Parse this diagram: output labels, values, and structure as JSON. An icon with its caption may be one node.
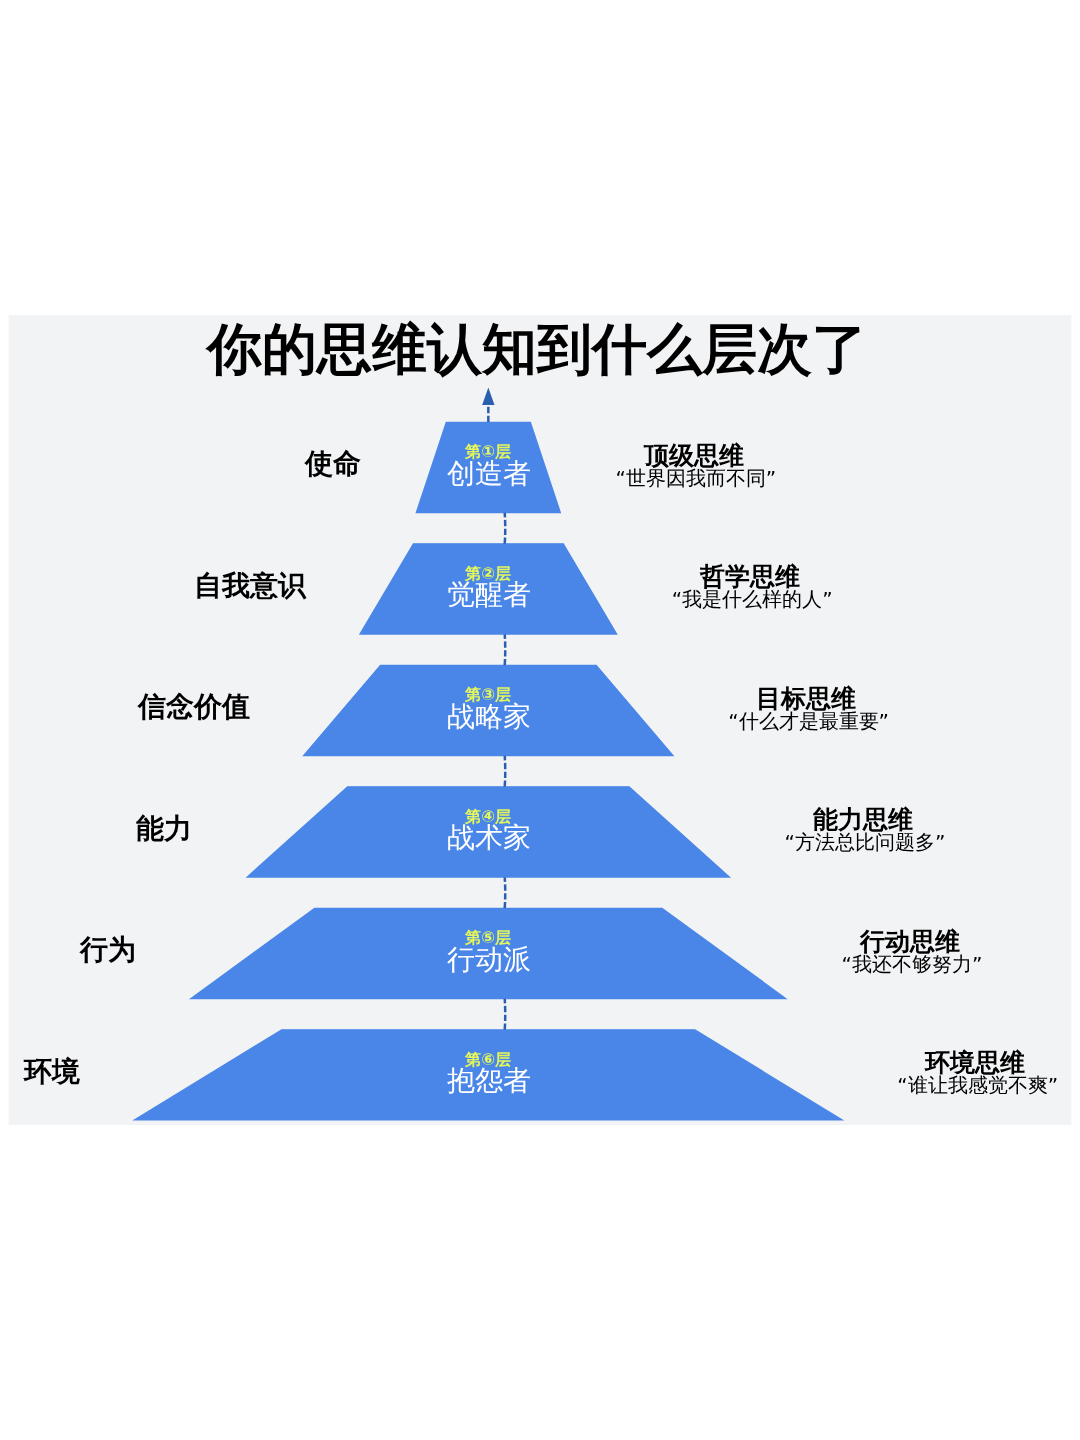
{
  "diagram": {
    "title": "你的思维认知到什么层次了",
    "nodes": [
      {
        "text": [
          "第①层",
          "创造者"
        ],
        "beside": [
          "使命",
          "顶级思维",
          "“世界因我而不同”"
        ]
      },
      {
        "text": [
          "第②层",
          "觉醒者"
        ],
        "beside": [
          "自我意识",
          "哲学思维",
          "“我是什么样的人”"
        ]
      },
      {
        "text": [
          "第③层",
          "战略家"
        ],
        "beside": [
          "信念价值",
          "目标思维",
          "“什么才是最重要”"
        ]
      },
      {
        "text": [
          "第④层",
          "战术家"
        ],
        "beside": [
          "能力",
          "能力思维",
          "“方法总比问题多”"
        ]
      },
      {
        "text": [
          "第⑤层",
          "行动派"
        ],
        "beside": [
          "行为",
          "行动思维",
          "“我还不够努力”"
        ]
      },
      {
        "text": [
          "第⑥层",
          "抱怨者"
        ],
        "beside": [
          "环境",
          "环境思维",
          "“谁让我感觉不爽”"
        ]
      }
    ],
    "edges": [
      {
        "from": 5,
        "to": 4,
        "arrow": "none",
        "style": "dashed"
      },
      {
        "from": 4,
        "to": 3,
        "arrow": "none",
        "style": "dashed"
      },
      {
        "from": 3,
        "to": 2,
        "arrow": "none",
        "style": "dashed"
      },
      {
        "from": 2,
        "to": 1,
        "arrow": "none",
        "style": "dashed"
      },
      {
        "from": 1,
        "to": 0,
        "arrow": "none",
        "style": "dashed"
      },
      {
        "from": 0,
        "to": null,
        "arrow": "to",
        "style": "dashed"
      }
    ]
  }
}
